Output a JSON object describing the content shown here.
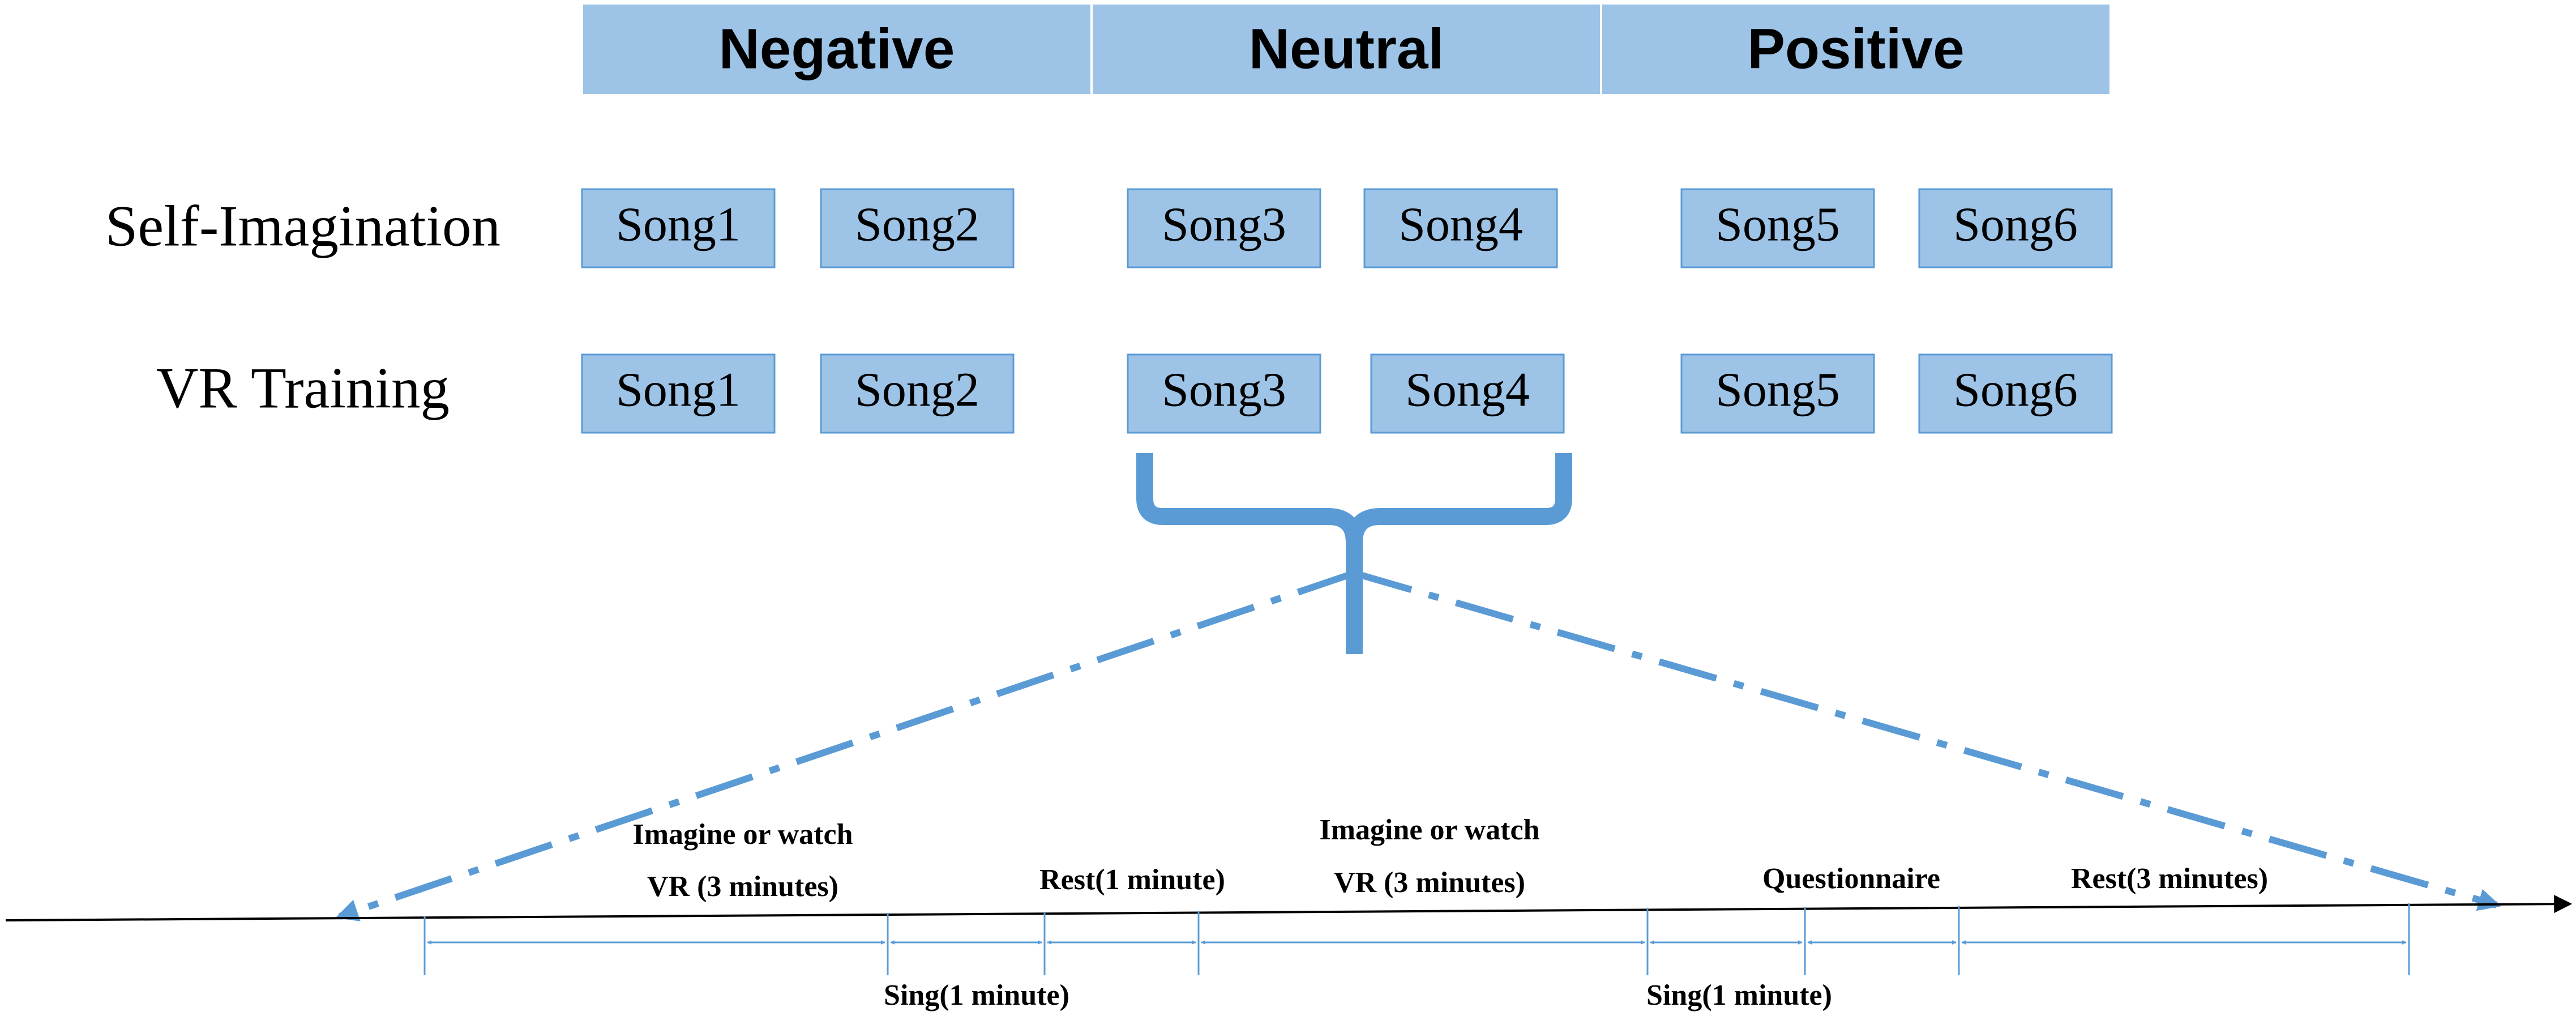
{
  "headers": {
    "negative": "Negative",
    "neutral": "Neutral",
    "positive": "Positive"
  },
  "rows": {
    "self_imagination": {
      "label": "Self-Imagination",
      "songs": [
        "Song1",
        "Song2",
        "Song3",
        "Song4",
        "Song5",
        "Song6"
      ]
    },
    "vr_training": {
      "label": "VR Training",
      "songs": [
        "Song1",
        "Song2",
        "Song3",
        "Song4",
        "Song5",
        "Song6"
      ]
    }
  },
  "timeline": {
    "phase_1_line1": "Imagine or watch",
    "phase_1_line2": "VR (3 minutes)",
    "sing_1": "Sing(1 minute)",
    "rest_1": "Rest(1 minute)",
    "phase_2_line1": "Imagine or watch",
    "phase_2_line2": "VR (3 minutes)",
    "sing_2": "Sing(1 minute)",
    "questionnaire": "Questionnaire",
    "rest_2": "Rest(3 minutes)"
  },
  "colors": {
    "box_fill": "#9dc3e6",
    "accent": "#5b9bd5"
  }
}
